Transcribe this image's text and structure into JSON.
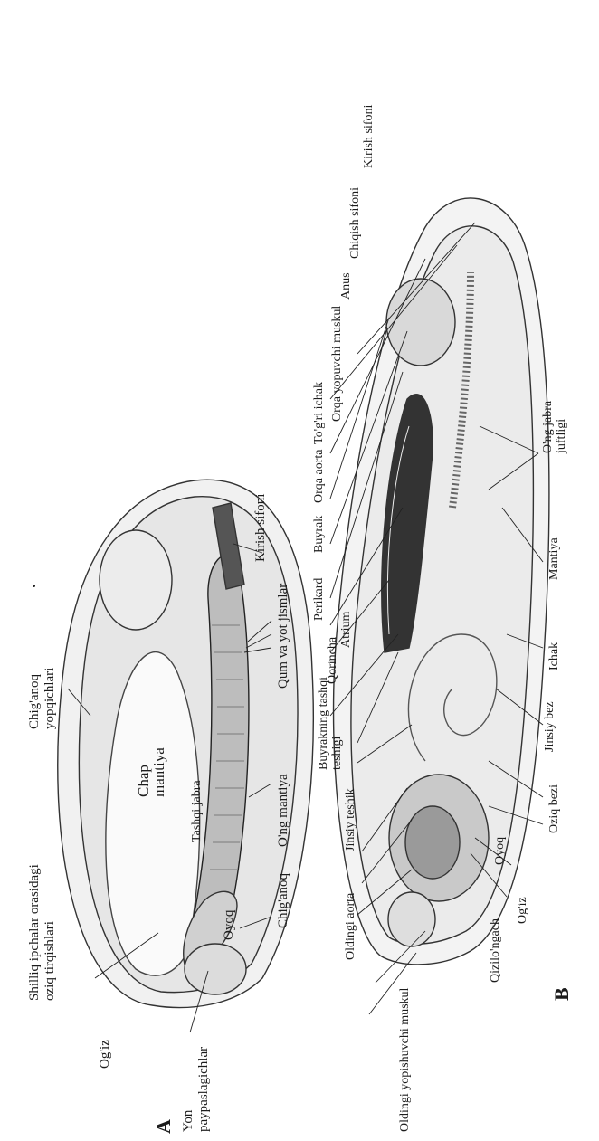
{
  "figure_a": {
    "letter": "A",
    "labels": {
      "side_palps": "Yon paypaslagichlar",
      "mouth": "Og'iz",
      "ciliary_grooves": "Shilliq ipchalar orasidagi oziq tirqishlari",
      "shell_valves": "Chig'anoq yopqichlari",
      "left_mantle": "Chap mantiya",
      "outer_gill": "Tashqi jabra",
      "foot": "Oyoq",
      "shell": "Chig'anoq",
      "right_mantle": "O'ng mantiya",
      "sand_particles": "Qum va yot jismlar",
      "inhalant": "Kirish sifoni"
    }
  },
  "figure_b": {
    "letter": "B",
    "labels": {
      "kidney_pore": "Buyrakning tashqi teshigi",
      "genital_pore": "Jinsiy teshik",
      "anterior_aorta": "Oldingi aorta",
      "anterior_adductor": "Oldingi yopishuvchi muskul",
      "esophagus": "Qizilo'ngach",
      "mouth": "Og'iz",
      "foot": "Oyoq",
      "digestive_gland": "Oziq bezi",
      "gonad": "Jinsiy bez",
      "intestine": "Ichak",
      "mantle": "Mantiya",
      "right_gills": "O'ng jabra juftligi",
      "ventricle": "Qorincha",
      "atrium": "Atrium",
      "pericardium": "Perikard",
      "kidney": "Buyrak",
      "posterior_aorta": "Orqa aorta",
      "rectum": "To'g'ri ichak",
      "posterior_adductor": "Orqa yopuvchi muskul",
      "anus": "Anus",
      "exhalant_siphon": "Chiqish sifoni",
      "inhalant_siphon": "Kirish sifoni"
    }
  }
}
